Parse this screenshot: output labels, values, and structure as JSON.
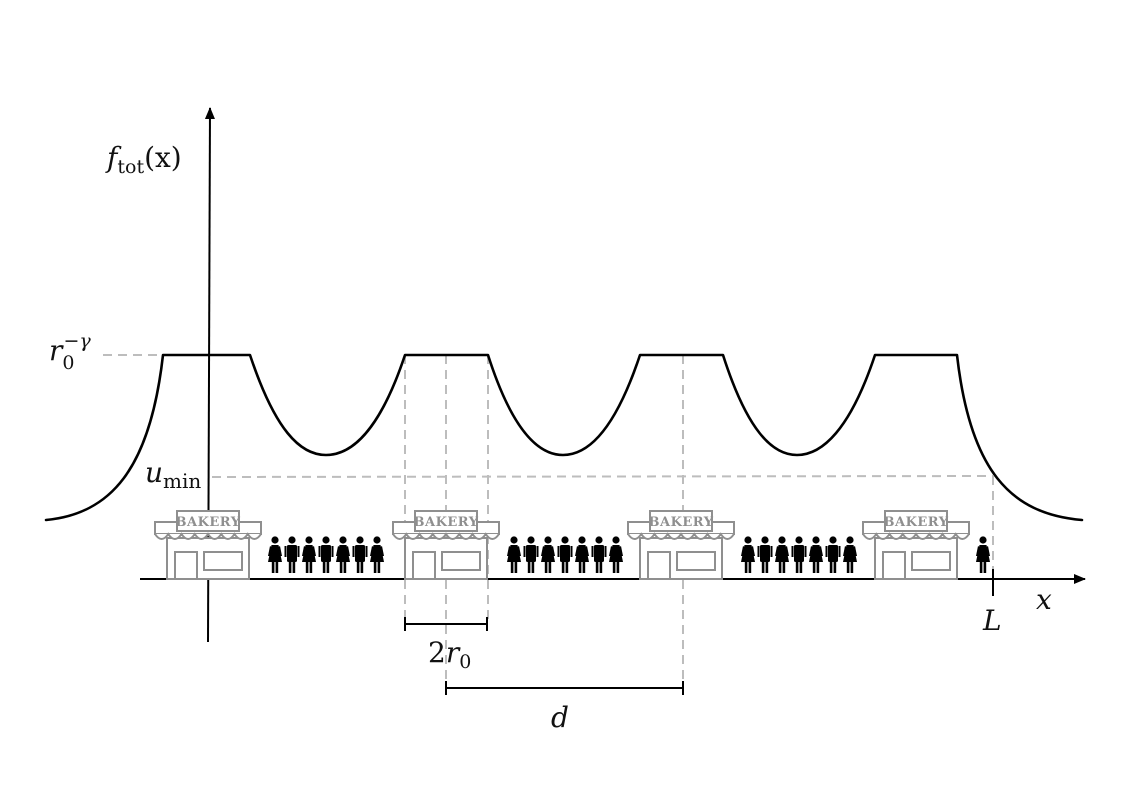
{
  "labels": {
    "y_axis_fn": "f",
    "y_axis_sub": "tot",
    "y_axis_arg": "(x)",
    "x_axis": "x",
    "plateau_base": "r",
    "plateau_sub": "0",
    "plateau_sup": "−γ",
    "min_base": "u",
    "min_sub": "min",
    "end_tick": "L",
    "radius_dim_coef": "2",
    "radius_dim_var": "r",
    "radius_dim_sub": "0",
    "spacing_dim": "d"
  },
  "shops": [
    {
      "sign": "BAKERY"
    },
    {
      "sign": "BAKERY"
    },
    {
      "sign": "BAKERY"
    },
    {
      "sign": "BAKERY"
    }
  ],
  "people_groups": [
    {
      "count": 7
    },
    {
      "count": 7
    },
    {
      "count": 7
    },
    {
      "count": 1
    }
  ],
  "colors": {
    "curve": "#000000",
    "guide": "#bdbdbd",
    "shop": "#8f8f8f"
  }
}
